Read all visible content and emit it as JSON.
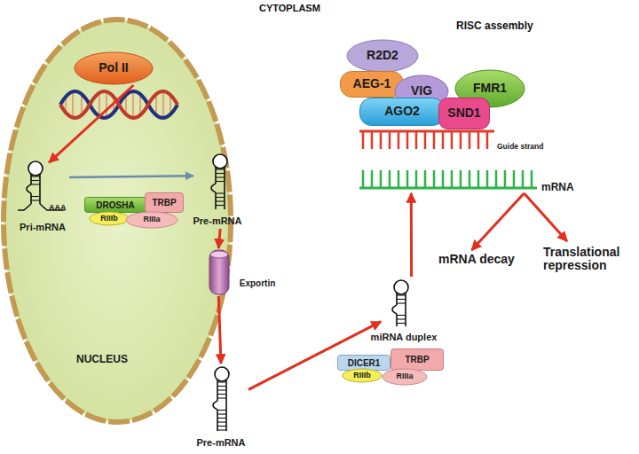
{
  "diagram": {
    "nodes": [
      {
        "text": [
          "NUCLEUS"
        ]
      },
      {
        "text": [
          "Pol II"
        ],
        "in": 0
      },
      {
        "text": [
          "Pri-mRNA"
        ],
        "in": 0
      },
      {
        "text": [
          "Pre-mRNA"
        ],
        "in": 0
      },
      {
        "text": [
          "DROSHA"
        ],
        "in": 0
      },
      {
        "text": [
          "TRBP"
        ],
        "in": 0
      },
      {
        "text": [
          "RIIIb"
        ],
        "in": 0
      },
      {
        "text": [
          "RIIIa"
        ],
        "in": 0
      },
      {
        "text": [
          "Exportin"
        ]
      },
      {
        "text": [
          "Pre-mRNA"
        ]
      },
      {
        "text": [
          "miRNA duplex"
        ]
      },
      {
        "text": [
          "DICER1"
        ]
      },
      {
        "text": [
          "TRBP"
        ]
      },
      {
        "text": [
          "RIIIb"
        ]
      },
      {
        "text": [
          "RIIIa"
        ]
      },
      {
        "text": [
          "R2D2"
        ]
      },
      {
        "text": [
          "AEG-1"
        ]
      },
      {
        "text": [
          "VIG"
        ]
      },
      {
        "text": [
          "FMR1"
        ]
      },
      {
        "text": [
          "AGO2"
        ]
      },
      {
        "text": [
          "SND1"
        ]
      },
      {
        "text": [
          "Guide strand"
        ]
      },
      {
        "text": [
          "mRNA"
        ]
      },
      {
        "text": [
          "mRNA decay"
        ]
      },
      {
        "text": [
          "Translational repression"
        ]
      }
    ],
    "edges": [
      {
        "from": 1,
        "to": 2,
        "arrow": "to"
      },
      {
        "from": 2,
        "to": 3,
        "arrow": "to"
      },
      {
        "from": 3,
        "to": 8,
        "arrow": "to"
      },
      {
        "from": 8,
        "to": 9,
        "arrow": "to"
      },
      {
        "from": 9,
        "to": 10,
        "arrow": "to"
      },
      {
        "from": 10,
        "to": 22,
        "arrow": "to"
      },
      {
        "from": 22,
        "to": 23,
        "arrow": "to"
      },
      {
        "from": 22,
        "to": 24,
        "arrow": "to"
      }
    ],
    "labels": [
      "CYTOPLASM",
      "RISC assembly",
      "AAA"
    ]
  }
}
